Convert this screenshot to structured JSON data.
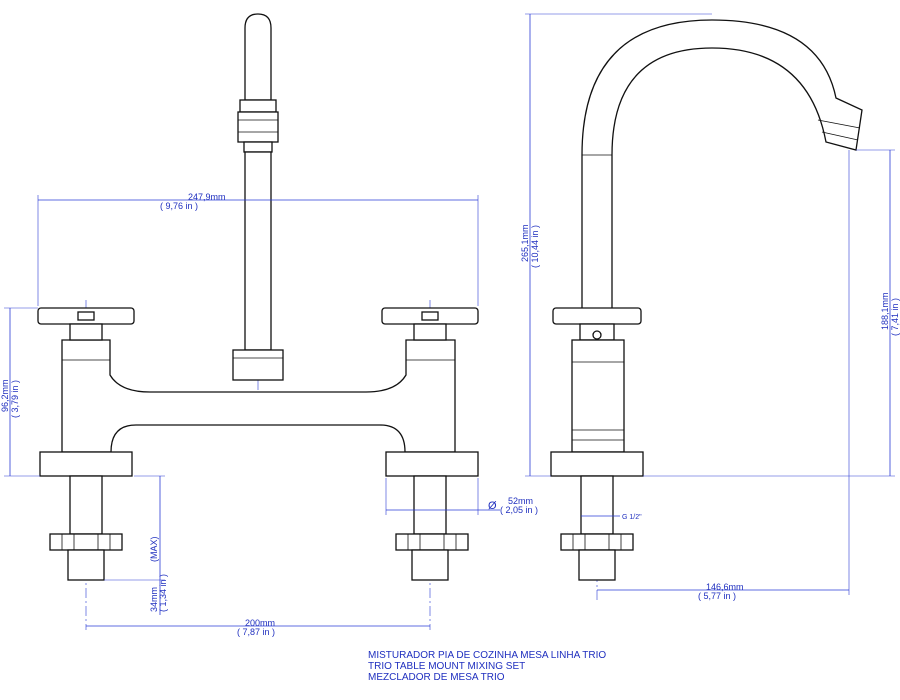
{
  "dimensions": {
    "width_handles": {
      "mm": "247,9mm",
      "in": "( 9,76 in )"
    },
    "height_body": {
      "mm": "96,2mm",
      "in": "( 3,79 in )"
    },
    "shank_length": {
      "mm": "34mm",
      "in": "( 1,34 in )",
      "note": "(MAX)"
    },
    "center_distance": {
      "mm": "200mm",
      "in": "( 7,87 in )"
    },
    "hole_diameter": {
      "symbol": "Ø",
      "mm": "52mm",
      "in": "( 2,05 in )"
    },
    "total_height": {
      "mm": "265,1mm",
      "in": "( 10,44 in )"
    },
    "spout_height": {
      "mm": "188,1mm",
      "in": "( 7,41 in )"
    },
    "spout_reach": {
      "mm": "146,6mm",
      "in": "( 5,77 in )"
    },
    "thread": {
      "label": "G 1/2\""
    }
  },
  "caption": {
    "line1": "MISTURADOR PIA DE COZINHA MESA LINHA TRIO",
    "line2": "TRIO TABLE MOUNT MIXING SET",
    "line3": "MEZCLADOR DE MESA TRIO"
  },
  "colors": {
    "dimension": "#2a3bd6",
    "outline": "#111111",
    "background": "#ffffff"
  }
}
